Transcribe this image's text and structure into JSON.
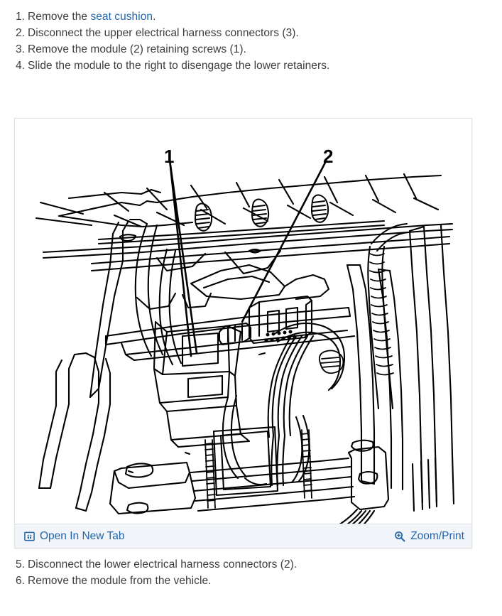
{
  "steps_top": [
    {
      "num": "1.",
      "pre": "Remove the ",
      "link": "seat cushion",
      "post": "."
    },
    {
      "num": "2.",
      "pre": "Disconnect the upper electrical harness connectors (3).",
      "link": "",
      "post": ""
    },
    {
      "num": "3.",
      "pre": "Remove the module (2) retaining screws (1).",
      "link": "",
      "post": ""
    },
    {
      "num": "4.",
      "pre": "Slide the module to the right to disengage the lower retainers.",
      "link": "",
      "post": ""
    }
  ],
  "steps_bottom": [
    {
      "num": "5.",
      "pre": "Disconnect the lower electrical harness connectors (2).",
      "link": "",
      "post": ""
    },
    {
      "num": "6.",
      "pre": "Remove the module from the vehicle.",
      "link": "",
      "post": ""
    }
  ],
  "figure": {
    "alt": "Line-art illustration of a vehicle seat frame underside showing the module and retaining screws",
    "callouts": [
      {
        "id": "1",
        "label": "1"
      },
      {
        "id": "2",
        "label": "2"
      }
    ]
  },
  "toolbar": {
    "open_new_tab_label": "Open In New Tab",
    "open_new_tab_icon": "open-in-new-tab-icon",
    "zoom_print_label": "Zoom/Print",
    "zoom_print_icon": "magnifier-plus-icon"
  },
  "colors": {
    "link": "#2166ab",
    "text": "#3c3c3c",
    "toolbar_bg": "#f1f4f8",
    "card_border": "#e2e2e2",
    "line_art": "#000000"
  }
}
